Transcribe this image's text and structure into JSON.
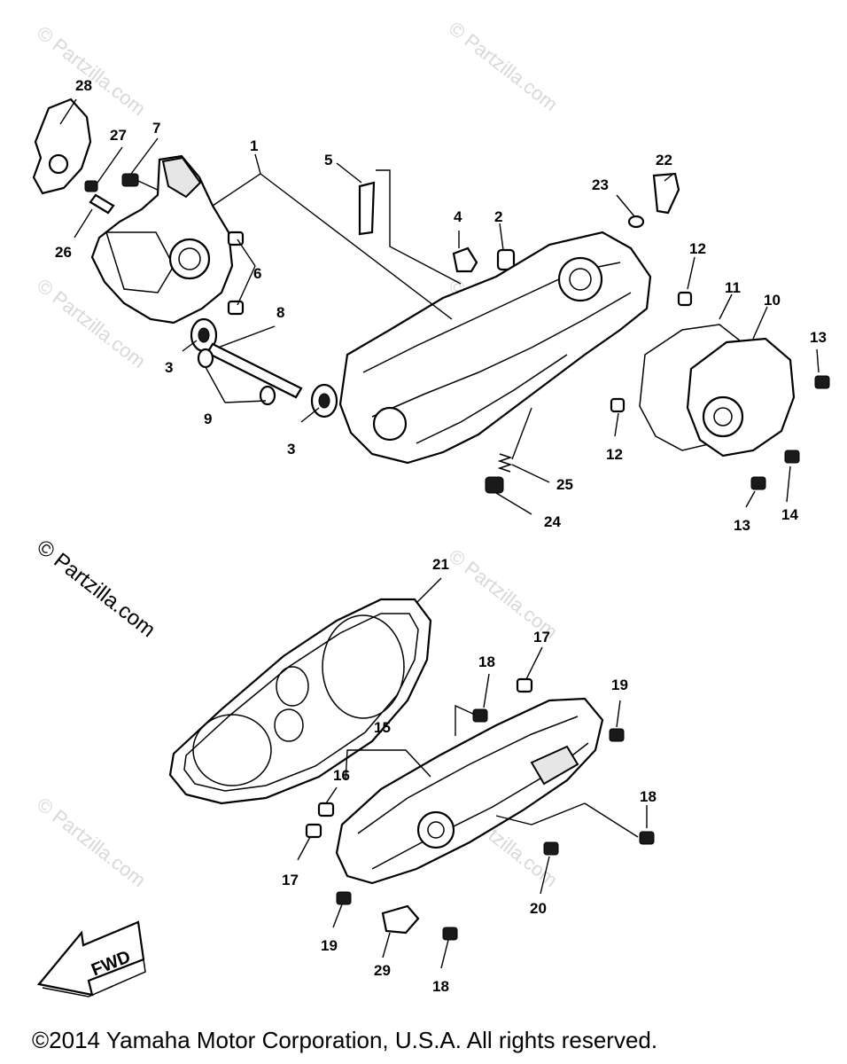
{
  "watermark": "© Partzilla.com",
  "copyright": "©2014 Yamaha Motor Corporation, U.S.A. All rights reserved.",
  "fwd_label": "FWD",
  "callouts": {
    "c1": "1",
    "c2": "2",
    "c3a": "3",
    "c3b": "3",
    "c4": "4",
    "c5": "5",
    "c6": "6",
    "c7": "7",
    "c8": "8",
    "c9": "9",
    "c10": "10",
    "c11": "11",
    "c12a": "12",
    "c12b": "12",
    "c13a": "13",
    "c13b": "13",
    "c14": "14",
    "c15": "15",
    "c16": "16",
    "c17a": "17",
    "c17b": "17",
    "c18a": "18",
    "c18b": "18",
    "c18c": "18",
    "c19a": "19",
    "c19b": "19",
    "c20": "20",
    "c21": "21",
    "c22": "22",
    "c23": "23",
    "c24": "24",
    "c25": "25",
    "c26": "26",
    "c27": "27",
    "c28": "28",
    "c29": "29"
  }
}
